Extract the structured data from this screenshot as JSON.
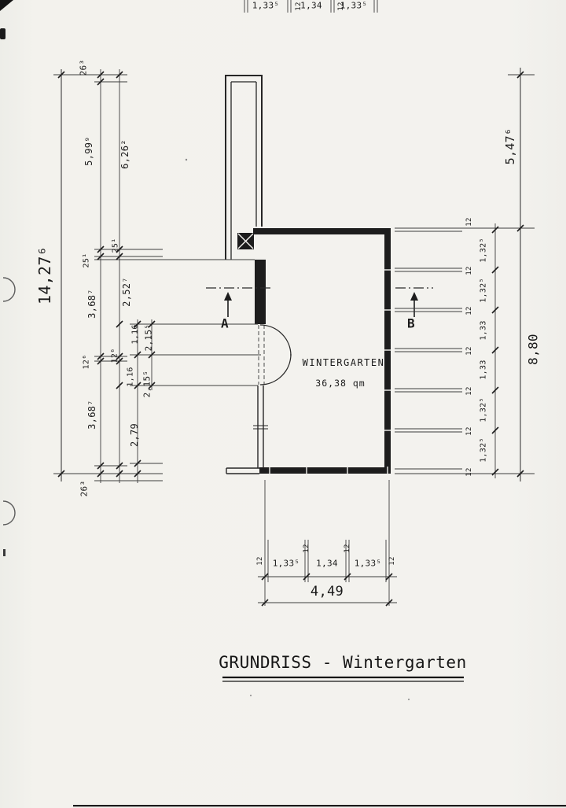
{
  "doc": {
    "title": "GRUNDRISS - Wintergarten"
  },
  "plan": {
    "room_name": "WINTERGARTEN",
    "room_area": "36,38 qm",
    "section_a": "A",
    "section_b": "B"
  },
  "dims": {
    "post": "12",
    "top": {
      "bay1": "1,33⁵",
      "bay2": "1,34",
      "bay3": "1,33⁵"
    },
    "left": {
      "total": "14,27⁶",
      "offset_top": "26³",
      "upper_inner": "5,99⁹",
      "upper_outer": "6,26²",
      "ledge_inner": "25¹",
      "ledge_outer": "25¹",
      "pier_upper": "3,68⁷",
      "opening_upper": "2,52⁷",
      "door_leaf_upper": "1,16",
      "door_upper": "2,15⁵",
      "post_inner": "12⁶",
      "post_outer": "12⁶",
      "door_leaf_lower": "1,16",
      "door_lower": "2,15⁵",
      "pier_lower": "3,68⁷",
      "window_lower": "2,79",
      "offset_bottom": "26³"
    },
    "right": {
      "upper_total": "5,47⁶",
      "total": "8,80",
      "bays": [
        "1,32⁵",
        "1,32⁵",
        "1,33",
        "1,33",
        "1,32⁵",
        "1,32⁵"
      ]
    },
    "bottom": {
      "total": "4,49",
      "bay1": "1,33⁵",
      "bay2": "1,34",
      "bay3": "1,33⁵"
    }
  }
}
